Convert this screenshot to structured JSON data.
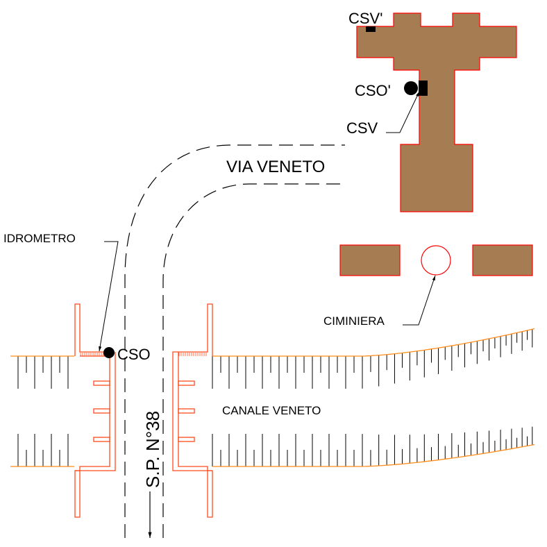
{
  "labels": {
    "csv_prime": "CSV'",
    "cso_prime": "CSO'",
    "csv": "CSV",
    "via_veneto": "VIA VENETO",
    "idrometro": "IDROMETRO",
    "ciminiera": "CIMINIERA",
    "cso": "CSO",
    "canale_veneto": "CANALE VENETO",
    "sp38": "S.P. N°38"
  },
  "colors": {
    "building_fill": "#a67c52",
    "building_stroke": "#ff0000",
    "structure": "#ff4a1a",
    "bank": "#ff8c1a",
    "line": "#000000"
  }
}
